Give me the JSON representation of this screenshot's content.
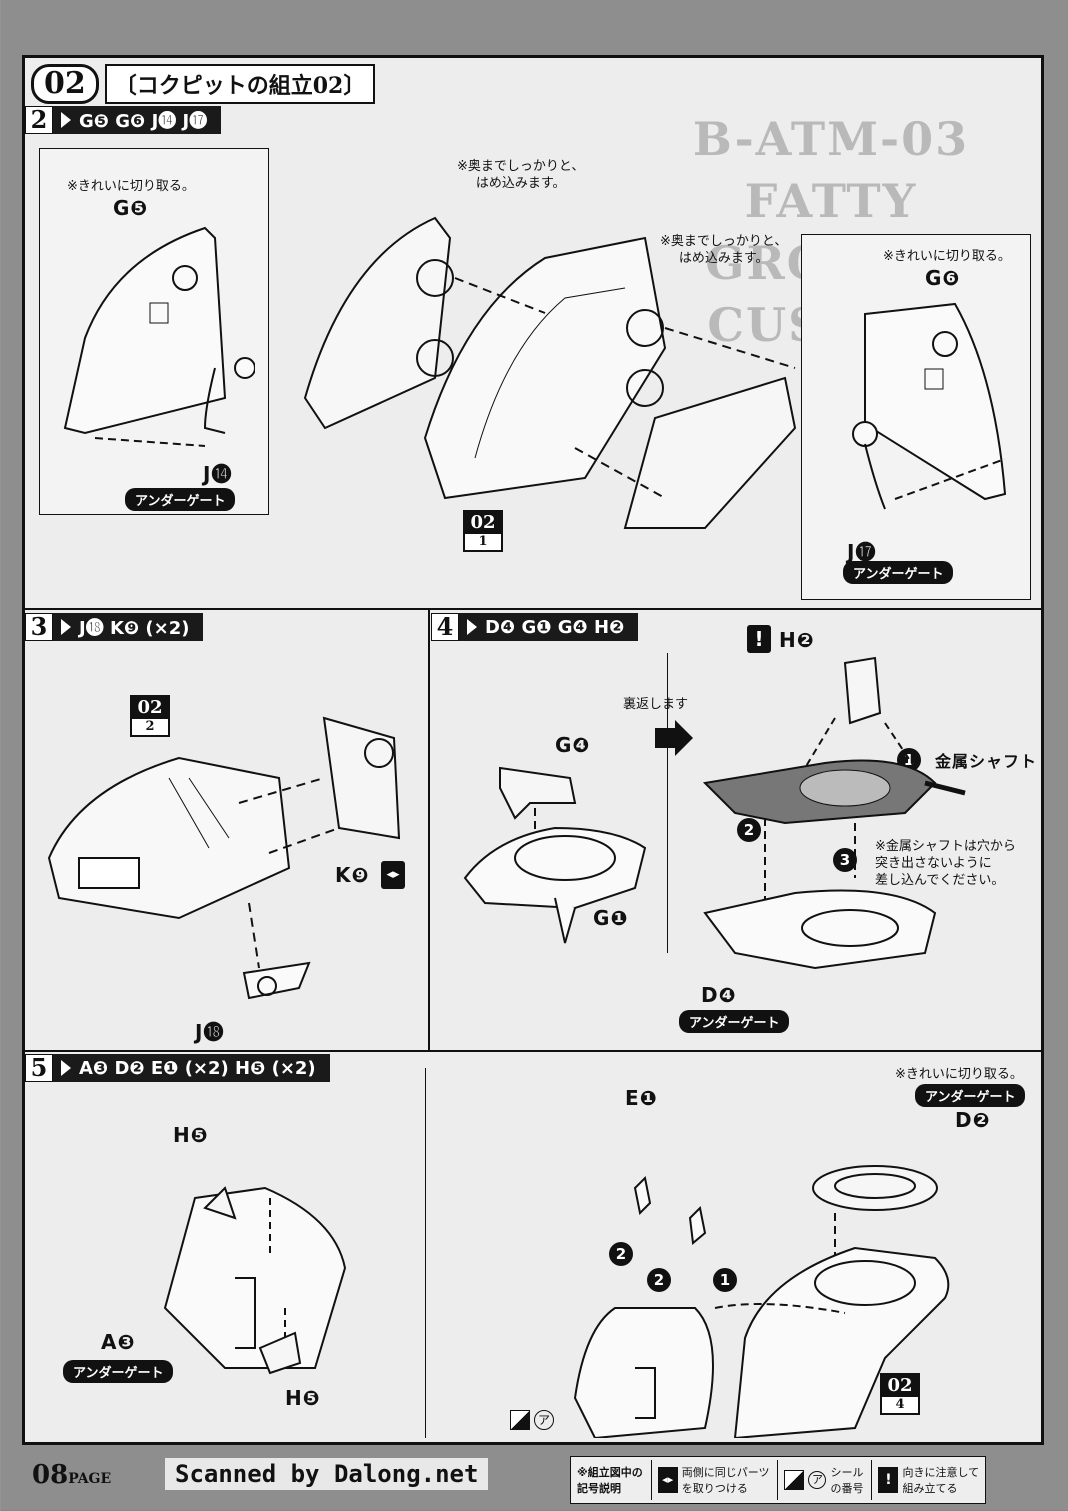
{
  "page": {
    "title_number": "02",
    "title": "〔コクピットの組立02〕",
    "bg_title_lines": [
      "B-ATM-03 FATTY",
      "GROUND CUSTOM"
    ],
    "page_number": "08",
    "page_suffix": "PAGE",
    "scanner_credit": "Scanned by Dalong.net"
  },
  "step2": {
    "number": "2",
    "parts": "G❺ G❻ J⓮ J⓱",
    "left_note": "※きれいに切り取る。",
    "left_part_top": "G❺",
    "left_part_bottom": "J⓮",
    "left_badge": "アンダーゲート",
    "center_note_a": "※奥までしっかりと、\nはめ込みます。",
    "center_note_b": "※奥までしっかりと、\nはめ込みます。",
    "ref_top": "02",
    "ref_bottom": "1",
    "right_note": "※きれいに切り取る。",
    "right_part_top": "G❻",
    "right_part_bottom": "J⓱",
    "right_badge": "アンダーゲート"
  },
  "step3": {
    "number": "3",
    "parts": "J⓲ K❾ (×2)",
    "ref_top": "02",
    "ref_bottom": "2",
    "label_k": "K❾",
    "label_j": "J⓲"
  },
  "step4": {
    "number": "4",
    "parts": "D❹ G❶ G❹ H❷",
    "label_g4": "G❹",
    "label_g1": "G❶",
    "flip_note": "裏返します",
    "label_h2": "H❷",
    "shaft": "金属シャフト",
    "shaft_note": "※金属シャフトは穴から\n突き出さないように\n差し込んでください。",
    "label_d4": "D❹",
    "badge": "アンダーゲート",
    "n1": "1",
    "n2": "2",
    "n3": "3",
    "excl": "!"
  },
  "step5": {
    "number": "5",
    "parts": "A❸ D❷ E❶ (×2) H❺ (×2)",
    "label_h5_top": "H❺",
    "label_h5_bottom": "H❺",
    "label_a3": "A❸",
    "badge_a3": "アンダーゲート",
    "label_e1": "E❶",
    "note_right": "※きれいに切り取る。",
    "badge_d2": "アンダーゲート",
    "label_d2": "D❷",
    "sticker": "ア",
    "ref_top": "02",
    "ref_bottom": "4",
    "n1": "1",
    "n2": "2"
  },
  "legend": {
    "title": "※組立図中の\n記号説明",
    "both_sides_icon": "◂▸",
    "both_sides": "両側に同じパーツ\nを取りつける",
    "seal_mark": "ア",
    "seal": "シール\nの番号",
    "caution_icon": "!",
    "caution": "向きに注意して\n組み立てる"
  }
}
